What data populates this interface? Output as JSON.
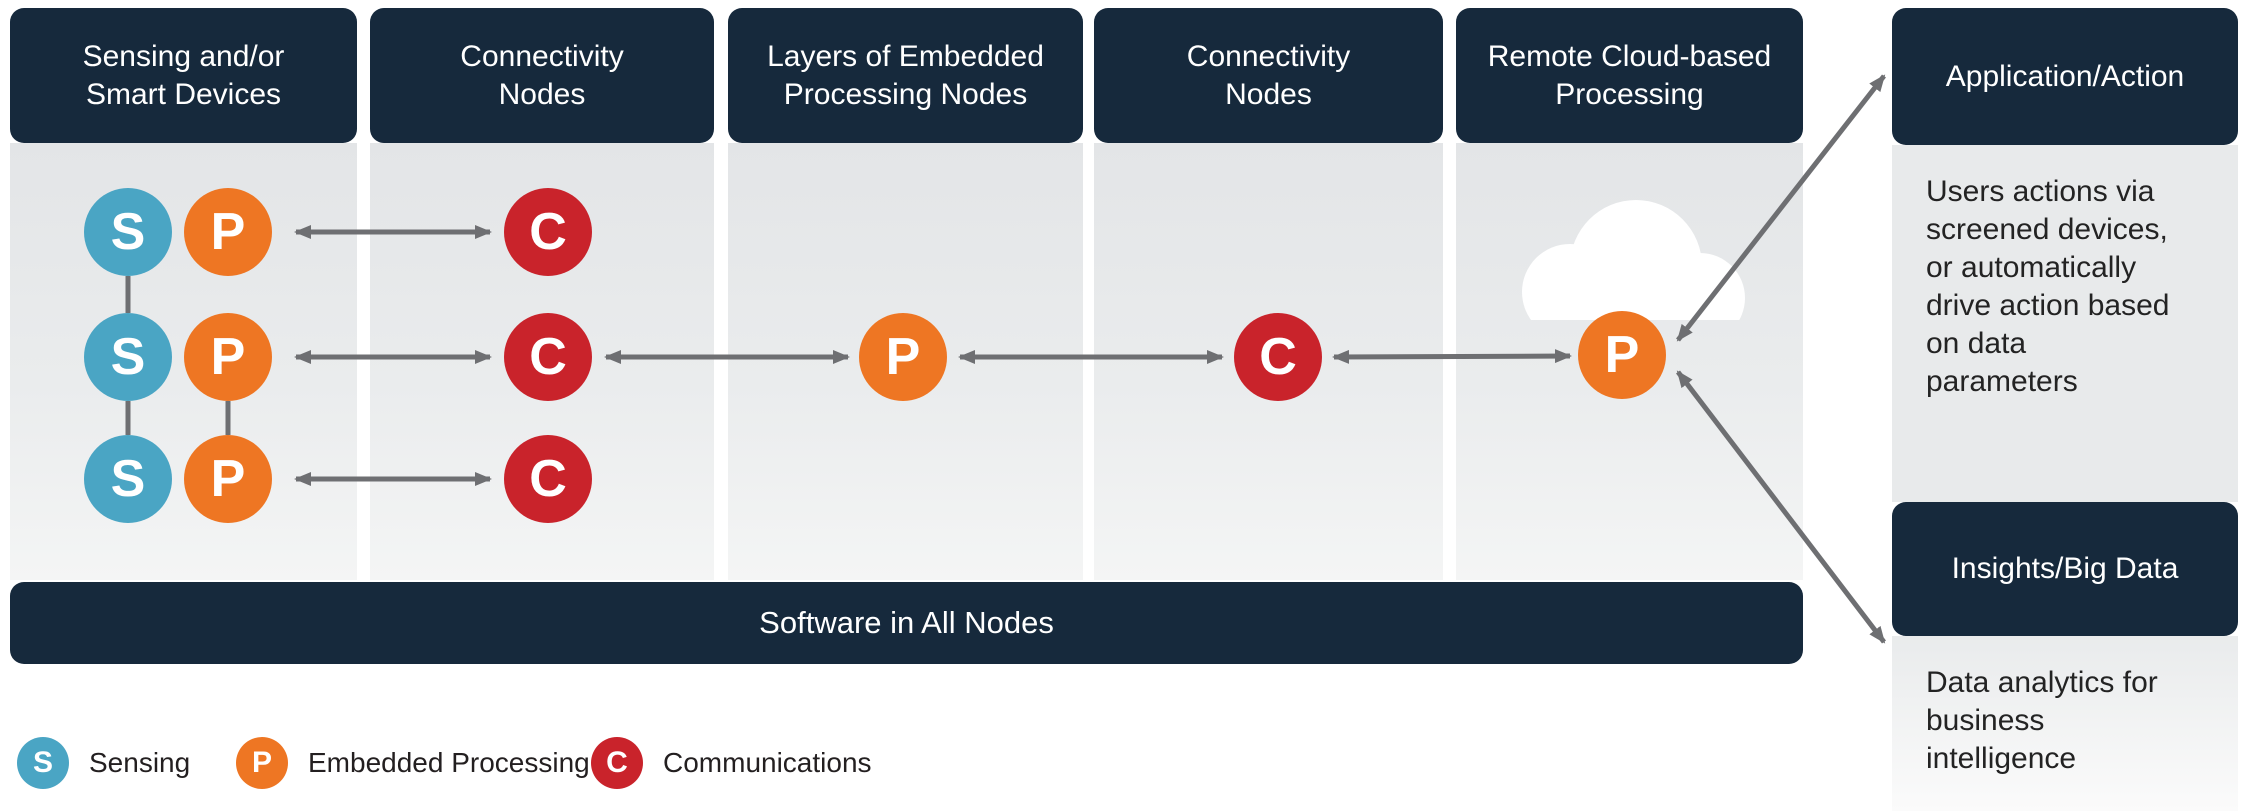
{
  "diagram": {
    "columns": [
      {
        "title": "Sensing and/or\nSmart Devices"
      },
      {
        "title": "Connectivity\nNodes"
      },
      {
        "title": "Layers of Embedded\nProcessing Nodes"
      },
      {
        "title": "Connectivity\nNodes"
      },
      {
        "title": "Remote Cloud-based\nProcessing"
      }
    ],
    "banner": "Software in All Nodes",
    "nodes": [
      {
        "letter": "S"
      },
      {
        "letter": "P"
      },
      {
        "letter": "C"
      },
      {
        "letter": "S"
      },
      {
        "letter": "P"
      },
      {
        "letter": "C"
      },
      {
        "letter": "S"
      },
      {
        "letter": "P"
      },
      {
        "letter": "C"
      },
      {
        "letter": "P"
      },
      {
        "letter": "C"
      },
      {
        "letter": "P"
      }
    ]
  },
  "right_panel": {
    "sections": [
      {
        "title": "Application/Action",
        "body": "Users actions via\nscreened devices,\nor automatically\ndrive action based\non data\nparameters"
      },
      {
        "title": "Insights/Big Data",
        "body": "Data analytics for\nbusiness\nintelligence"
      }
    ]
  },
  "legend": {
    "items": [
      {
        "letter": "S",
        "label": "Sensing"
      },
      {
        "letter": "P",
        "label": "Embedded Processing"
      },
      {
        "letter": "C",
        "label": "Communications"
      }
    ]
  },
  "colors": {
    "header_navy": "#16293C",
    "sensing_blue": "#4AA5C4",
    "processing_orange": "#EE7623",
    "communications_red": "#C9232B",
    "arrow_gray": "#6E6F72",
    "column_gray": "#E8EAEB"
  }
}
